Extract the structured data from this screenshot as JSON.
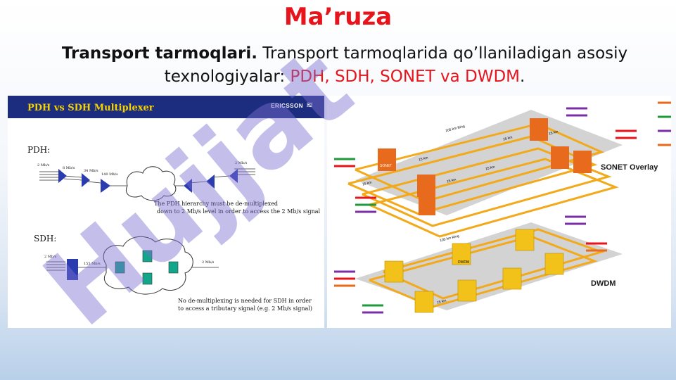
{
  "title": "Ma’ruza",
  "subtitle": {
    "bold": "Transport tarmoqlari.",
    "text": " Transport tarmoqlarida qo’llaniladigan asosiy texnologiyalar: ",
    "highlight": "PDH, SDH, SONET va DWDM",
    "end": "."
  },
  "left_figure": {
    "header_title": "PDH vs SDH Multiplexer",
    "logo": "ERICSSON",
    "pdh_label": "PDH:",
    "pdh_rates": [
      "2 Mb/s",
      "8 Mb/s",
      "34 Mb/s",
      "140 Mb/s",
      "2 Mb/s"
    ],
    "pdh_note_line1": "The PDH hierarchy must be de-multiplexed",
    "pdh_note_line2": "down to 2 Mb/s level in order to access the 2 Mb/s signal",
    "sdh_label": "SDH:",
    "sdh_rates": [
      "2 Mb/s",
      "155 Mb/s",
      "2 Mb/s"
    ],
    "sdh_note_line1": "No de-multiplexing is needed for SDH in order",
    "sdh_note_line2": "to access a tributary signal (e.g. 2 Mb/s signal)"
  },
  "right_figure": {
    "sonet_ring": "105 km Ring",
    "sonet_spans": [
      "15 km",
      "15 km",
      "15 km",
      "15 km",
      "15 km",
      "15 km"
    ],
    "sonet_node": "SONET",
    "sonet_overlay_label": "SONET Overlay",
    "dwdm_ring": "105 km Ring",
    "dwdm_span": "15 km",
    "dwdm_node": "DWDM",
    "dwdm_label": "DWDM"
  },
  "watermark": "Hujjat",
  "colors": {
    "title": "#e8141c",
    "accent": "#e8141c",
    "panel_header": "#1c2c7e",
    "sonet_box": "#e86a1c",
    "dwdm_box": "#f2c21a"
  }
}
